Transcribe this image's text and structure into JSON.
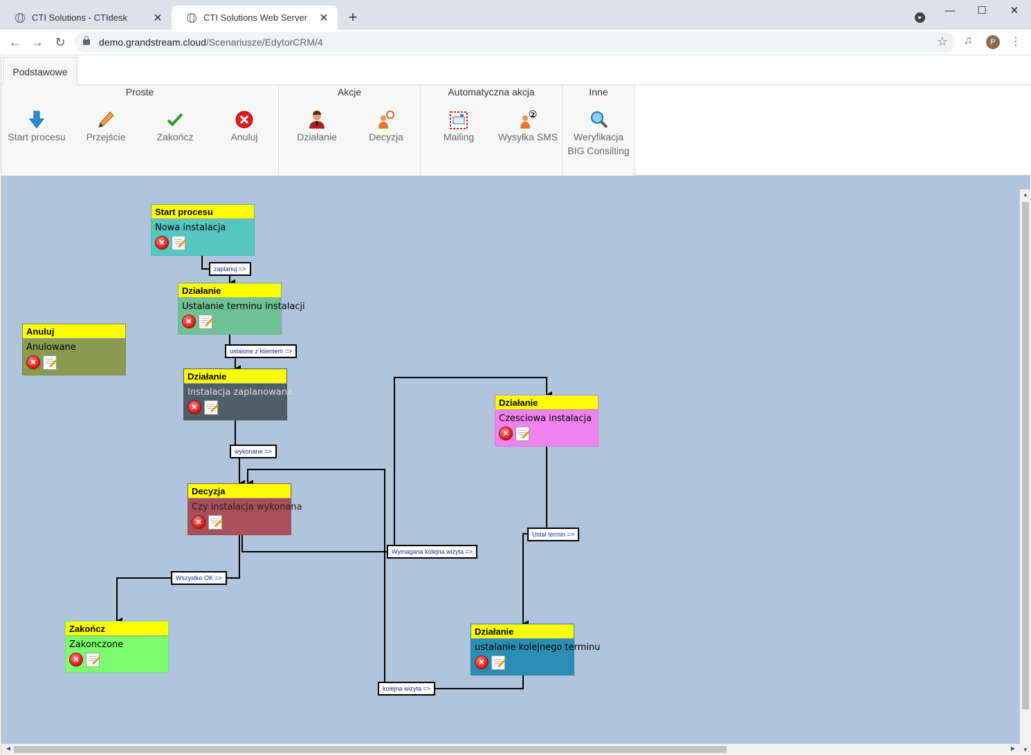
{
  "browser": {
    "tabs": [
      {
        "title": "CTI Solutions - CTIdesk",
        "close": "✕"
      },
      {
        "title": "CTI Solutions Web Server",
        "close": "✕"
      }
    ],
    "new_tab": "+",
    "window_controls": {
      "minimize": "—",
      "maximize": "☐",
      "close": "✕"
    },
    "nav": {
      "back": "←",
      "forward": "→",
      "reload": "↻"
    },
    "url_host": "demo.grandstream.cloud",
    "url_path": "/Scenariusze/EdytorCRM/4",
    "star": "☆",
    "media": "♫",
    "avatar_letter": "P",
    "menu": "⋮"
  },
  "ribbon": {
    "tab_label": "Podstawowe",
    "groups": [
      {
        "title": "Proste",
        "buttons": [
          "Start procesu",
          "Przejście",
          "Zakończ",
          "Anuluj"
        ]
      },
      {
        "title": "Akcje",
        "buttons": [
          "Działanie",
          "Decyzja"
        ]
      },
      {
        "title": "Automatyczna akcja",
        "buttons": [
          "Mailing",
          "Wysyłka SMS"
        ]
      },
      {
        "title": "Inne",
        "buttons": [
          "Weryfikacja BIG Consilting"
        ]
      }
    ]
  },
  "canvas": {
    "nodes": [
      {
        "title": "Start procesu",
        "desc": "Nowa instalacja",
        "color": "#56c6c0"
      },
      {
        "title": "Działanie",
        "desc": "Ustalanie terminu instalacji",
        "color": "#70c195"
      },
      {
        "title": "Anuluj",
        "desc": "Anulowane",
        "color": "#8a9a4e"
      },
      {
        "title": "Działanie",
        "desc": "Instalacja zaplanowana",
        "color": "#4f5f68"
      },
      {
        "title": "Działanie",
        "desc": "Czesciowa instalacja",
        "color": "#ee82ee"
      },
      {
        "title": "Decyzja",
        "desc": "Czy instalacja wykonana",
        "color": "#a84f57"
      },
      {
        "title": "Zakończ",
        "desc": "Zakonczone",
        "color": "#7cfc6e"
      },
      {
        "title": "Działanie",
        "desc": "ustalanie kolejnego terminu",
        "color": "#2b8db3"
      }
    ],
    "edges": [
      "zaplanuj =>",
      "ustalone z klientem =>",
      "wykonane =>",
      "Wymagana kolejna wizyta =>",
      "Ustal termin =>",
      "Wszystko OK =>",
      "kolejna wizyta =>"
    ]
  }
}
